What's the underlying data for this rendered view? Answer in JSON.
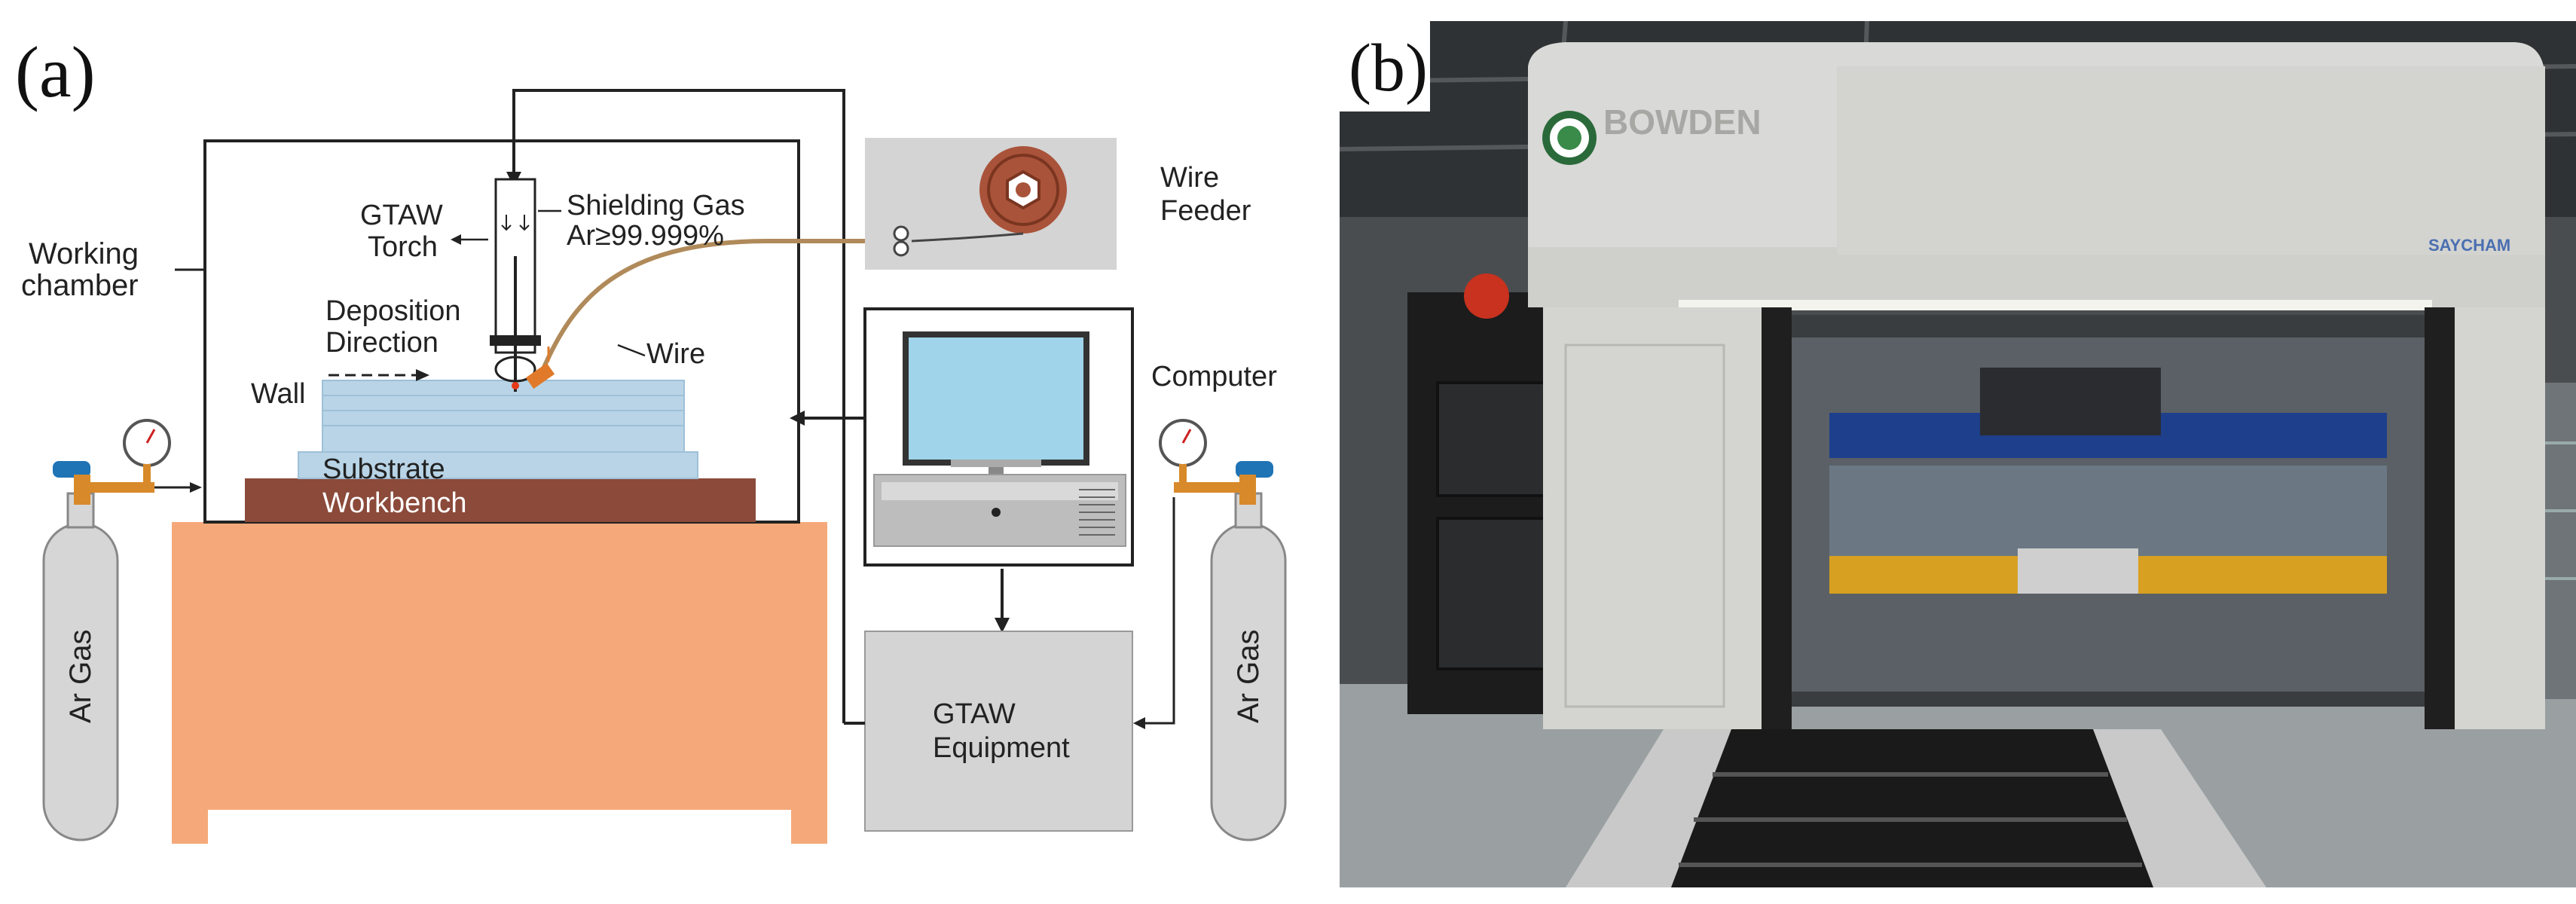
{
  "panel_a": {
    "tag": "(a)",
    "labels": {
      "working_chamber_1": "Working",
      "working_chamber_2": "chamber",
      "gtaw_torch_1": "GTAW",
      "gtaw_torch_2": "Torch",
      "shielding_gas_1": "Shielding Gas",
      "shielding_gas_2": "Ar≥99.999%",
      "wire_feeder_1": "Wire",
      "wire_feeder_2": "Feeder",
      "deposition_1": "Deposition",
      "deposition_2": "Direction",
      "wire": "Wire",
      "wall": "Wall",
      "substrate": "Substrate",
      "workbench": "Workbench",
      "computer": "Computer",
      "gtaw_equipment_1": "GTAW",
      "gtaw_equipment_2": "Equipment",
      "ar_gas_left": "Ar Gas",
      "ar_gas_right": "Ar Gas"
    }
  },
  "panel_b": {
    "tag": "(b)",
    "brand": "BOWDEN",
    "maker": "SAYCHAM"
  },
  "colors": {
    "table": "#f5a97a",
    "workbench": "#8b4a3a",
    "substrate_layers": "#b8d4e6",
    "computer_screen": "#9fd4ea",
    "box_grey": "#d4d4d4",
    "wire": "#b08a5a",
    "valve_blue": "#1f74b5",
    "valve_orange": "#d88a2a"
  }
}
